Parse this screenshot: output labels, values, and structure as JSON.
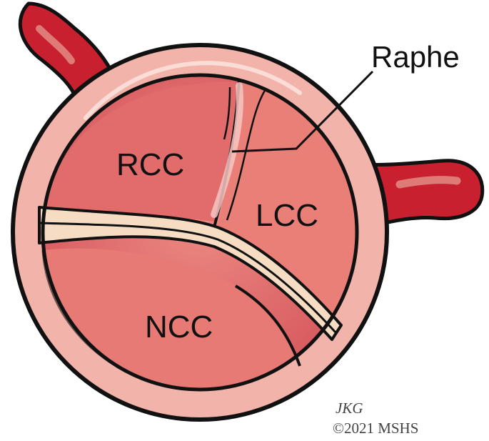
{
  "labels": {
    "rcc": "RCC",
    "lcc": "LCC",
    "ncc": "NCC",
    "raphe": "Raphe"
  },
  "credit": {
    "author": "JKG",
    "copyright": "©2021 MSHS"
  },
  "colors": {
    "vessel": "#c8202f",
    "vessel_highlight": "#de7b76",
    "ring": "#f2b3aa",
    "cusp_fill": "#e77a74",
    "cusp_dark": "#d24f57",
    "commissure": "#f7dcc4",
    "outline": "#111111"
  }
}
